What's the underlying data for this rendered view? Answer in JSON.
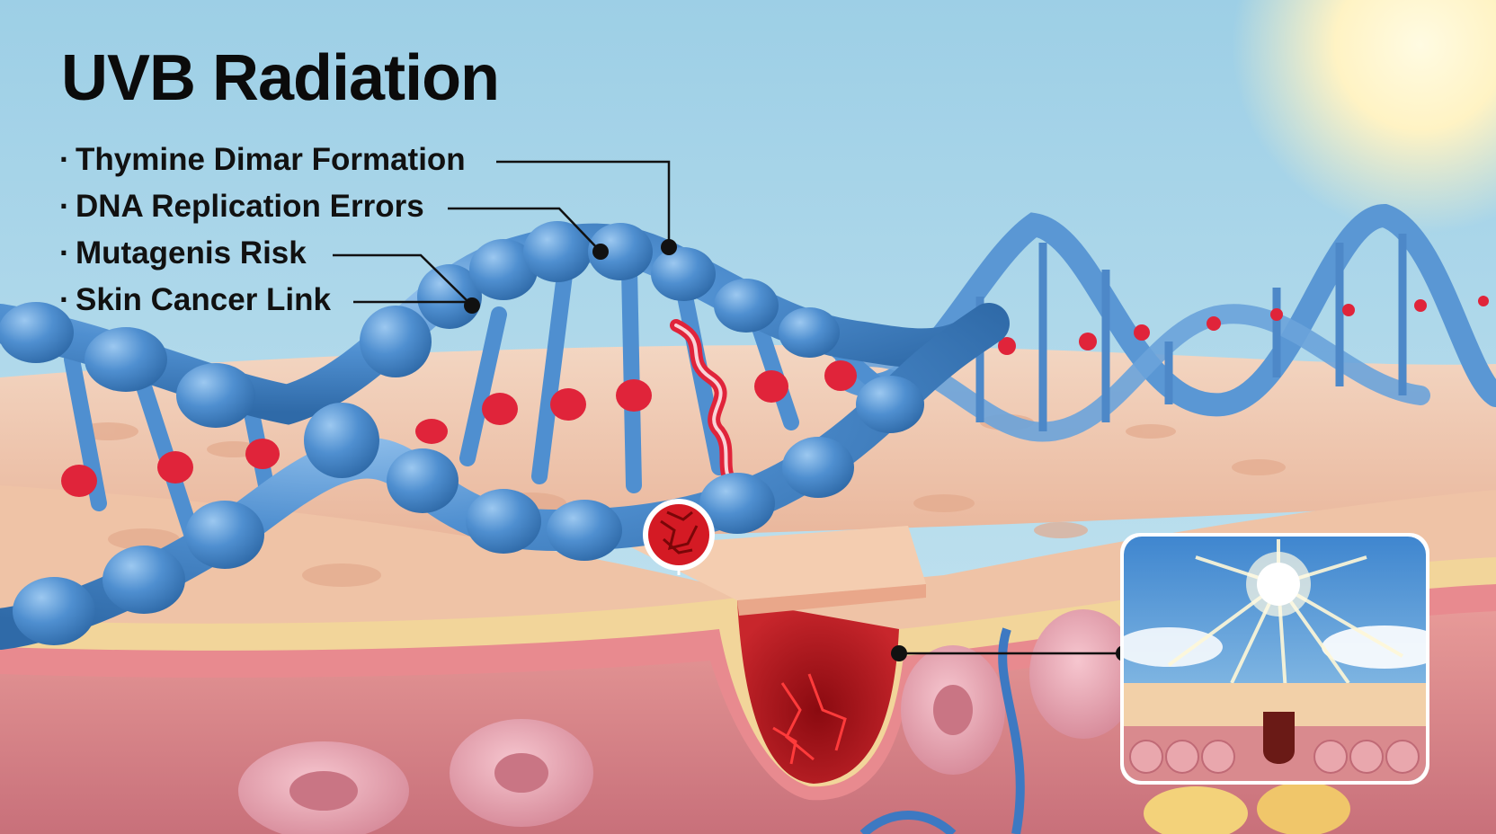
{
  "title": "UVB Radiation",
  "bullets": [
    "Thymine Dimar Formation",
    "DNA Replication Errors",
    "Mutagenis Risk",
    "Skin Cancer Link"
  ],
  "colors": {
    "sky": "#a9d6ea",
    "dna_blue": "#4f8fd0",
    "base_pair_red": "#e0243a",
    "skin": "#f0c7ac",
    "damage_red": "#c8141e",
    "sun": "#fff6c8"
  },
  "icons": [
    "sun-icon",
    "dna-helix",
    "damaged-cell-icon",
    "skin-lesion"
  ]
}
